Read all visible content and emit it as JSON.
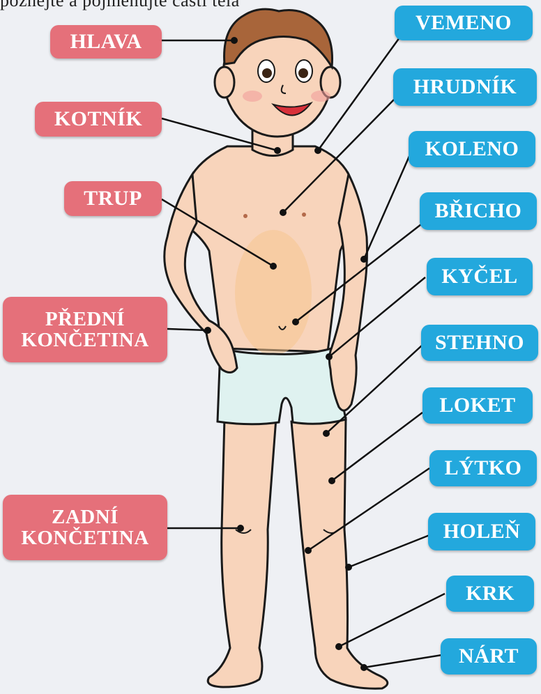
{
  "top_text": "poznejte a pojmenujte části těla",
  "labels_left": [
    {
      "id": "hlava",
      "text": "HLAVA"
    },
    {
      "id": "kotnik",
      "text": "KOTNÍK"
    },
    {
      "id": "trup",
      "text": "TRUP"
    },
    {
      "id": "predni",
      "line1": "PŘEDNÍ",
      "line2": "KONČETINA"
    },
    {
      "id": "zadni",
      "line1": "ZADNÍ",
      "line2": "KONČETINA"
    }
  ],
  "labels_right": [
    {
      "id": "vemeno",
      "text": "VEMENO"
    },
    {
      "id": "hrudnik",
      "text": "HRUDNÍK"
    },
    {
      "id": "koleno",
      "text": "KOLENO"
    },
    {
      "id": "bricho",
      "text": "BŘICHO"
    },
    {
      "id": "kycel",
      "text": "KYČEL"
    },
    {
      "id": "stehno",
      "text": "STEHNO"
    },
    {
      "id": "loket",
      "text": "LOKET"
    },
    {
      "id": "lytko",
      "text": "LÝTKO"
    },
    {
      "id": "holen",
      "text": "HOLEŇ"
    },
    {
      "id": "krk",
      "text": "KRK"
    },
    {
      "id": "nart",
      "text": "NÁRT"
    }
  ],
  "colors": {
    "pink_label": "#e5707a",
    "blue_label": "#23a8dd",
    "skin": "#f8d4bb",
    "shorts": "#dff2f0",
    "hair": "#a8653a"
  }
}
